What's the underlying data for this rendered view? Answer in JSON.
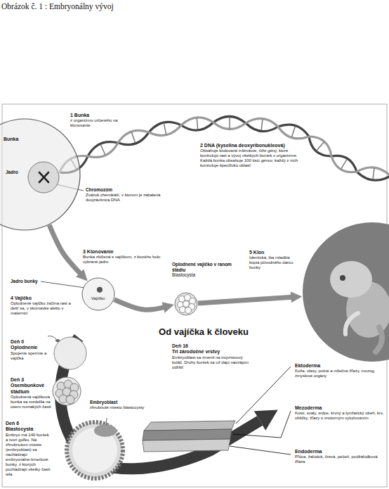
{
  "diagram": {
    "title": "Obrázok č. 1 : Embryonálny vývoj",
    "nodes": [
      {
        "text": [
          "Bunka",
          "Jadro"
        ]
      },
      {
        "text": [
          "Vajíčko"
        ]
      },
      {
        "text": [
          "Oplodnené vajíčko v ranom štádiu",
          "Blastocysta"
        ]
      },
      {
        "text": [
          "5 Klon",
          "Identická, iba mladšia kópia pôvodného darcu bunky"
        ]
      }
    ],
    "edges": [
      {
        "from": 0,
        "to": 1,
        "arrow": "to"
      },
      {
        "from": 1,
        "to": 2,
        "arrow": "to"
      },
      {
        "from": 2,
        "to": 3,
        "arrow": "to"
      }
    ],
    "labels": [
      "1 Bunka",
      "z organizmu určeného na klonovanie",
      "Chromozóm",
      "Zväzok chemikálií, v ktorom je zabalená dvojzávitnica DNA",
      "2 DNA (kyselina deoxyribonukleová)",
      "Obsahuje kódované inštrukcie, čiže gény, ktoré kontrolujú rast a vývoj všetkých buniek v organizme. Každá bunka obsahuje 100 tisíc génov, každý z nich kontroluje špecifickú oblasť",
      "3 Klonovanie",
      "Bunka zlúčená s vajíčkom, z ktorého bolo vybrané jadro",
      "Jadro bunky",
      "4 Vajíčko",
      "Oplodnené vajíčko začína rast a deliť sa, v skúmavke alebo v maternici",
      "Od vajíčka k človeku",
      "Deň 0",
      "Oplodnenie",
      "Spojenie spermie a vajíčka",
      "Deň 3",
      "Osembunkové štádium",
      "Oplodnená vajíčková bunka sa rozdelila na osem rovnakých častí",
      "Deň 6",
      "Blastocysta",
      "Embryo má 140 buniek a tvorí guľku. Na zhrubnutom mieste (embryoblast) sa nachádzajú embryonálne kmeňové bunky, z ktorých pochádzajú všetky časti tela",
      "Embryoblast",
      "zhrubnuté miesto blastocysty",
      "Deň 16",
      "Tri zárodočné vrstvy",
      "Embryoblast sa zmenil na trojvrstvový koláč. Druhy buniek sa už dajú navzájom odlíšiť",
      "Ektoderma",
      "Koža, vlasy, potné a mliečne žľazy, mozog, zmyslové orgány",
      "Mezoderma",
      "Kosti, svaly, srdce, krvný a lymfatický obeh, krv, obličky, žľazy s vnútorným vylučovaním",
      "Endoderma",
      "Pľúca, žalúdok, črevá, pečeň, podžalúdková žľaza"
    ]
  }
}
